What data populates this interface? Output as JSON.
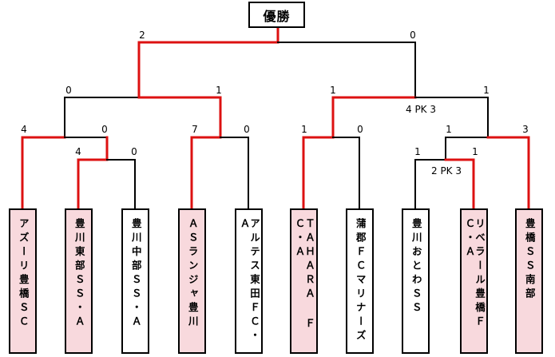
{
  "champion_label": "優勝",
  "teams": [
    {
      "name": "アズーリ豊橋ＳＣ",
      "winner": true
    },
    {
      "name": "豊川東部ＳＳ・Ａ",
      "winner": true
    },
    {
      "name": "豊川中部ＳＳ・Ａ",
      "winner": false
    },
    {
      "name": "ＡＳランジャ豊川",
      "winner": true
    },
    {
      "name": "アルテス東田ＦＣ・Ａ",
      "winner": false
    },
    {
      "name": "ＴＡＨＡＲＡ ＦＣ・Ａ",
      "winner": true
    },
    {
      "name": "蒲郡ＦＣマリナーズ",
      "winner": false
    },
    {
      "name": "豊川おとわＳＳ",
      "winner": false
    },
    {
      "name": "リベラール豊橋ＦＣ・Ａ",
      "winner": true
    },
    {
      "name": "豊橋ＳＳ南部",
      "winner": true
    }
  ],
  "scores": {
    "final_left": "2",
    "final_right": "0",
    "semi1_left": "0",
    "semi1_right": "1",
    "semi2_left": "1",
    "semi2_right": "1",
    "semi2_pk": "4 PK 3",
    "qf1_left": "4",
    "qf1_right": "0",
    "qf2_left": "7",
    "qf2_right": "0",
    "qf3_left": "1",
    "qf3_right": "0",
    "qf4_left": "1",
    "qf4_right": "3",
    "r1a_left": "4",
    "r1a_right": "0",
    "r1b_left": "1",
    "r1b_right": "1",
    "r1b_pk": "2 PK 3"
  },
  "colors": {
    "winner_line": "#dd1111",
    "loser_line": "#000000",
    "winner_fill": "#f8d9dd"
  }
}
